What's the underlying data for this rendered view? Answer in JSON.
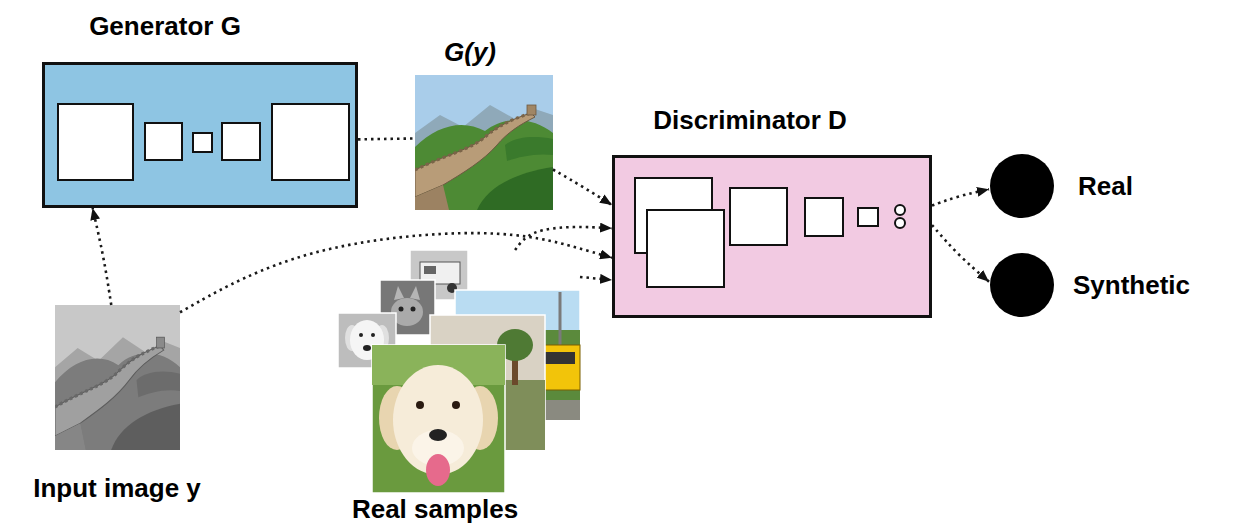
{
  "diagram": {
    "nodes": [
      {
        "text": [
          "Generator G"
        ]
      },
      {
        "text": [
          "G(y)"
        ]
      },
      {
        "text": [
          "Discriminator D"
        ]
      },
      {
        "text": [
          "Real"
        ]
      },
      {
        "text": [
          "Synthetic"
        ]
      },
      {
        "text": [
          "Input image y"
        ]
      },
      {
        "text": [
          "Real samples"
        ]
      }
    ],
    "edges": [
      {
        "from": 5,
        "to": 0,
        "arrow": "to"
      },
      {
        "from": 0,
        "to": 1,
        "arrow": "none"
      },
      {
        "from": 1,
        "to": 2,
        "arrow": "to"
      },
      {
        "from": 5,
        "to": 2,
        "arrow": "to"
      },
      {
        "from": 6,
        "to": 2,
        "arrow": "to"
      },
      {
        "from": 6,
        "to": 2,
        "arrow": "to"
      },
      {
        "from": 2,
        "to": 3,
        "arrow": "to"
      },
      {
        "from": 2,
        "to": 4,
        "arrow": "to"
      }
    ]
  }
}
